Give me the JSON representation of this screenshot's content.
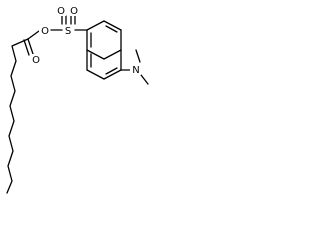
{
  "molecule": {
    "atoms": {
      "ester_o": "O",
      "sulfur": "S",
      "sulfonyl_o_left": "O",
      "sulfonyl_o_right": "O",
      "carbonyl_o": "O",
      "nitrogen": "N"
    }
  },
  "colors": {
    "bond": "#000000",
    "background": "#ffffff"
  }
}
